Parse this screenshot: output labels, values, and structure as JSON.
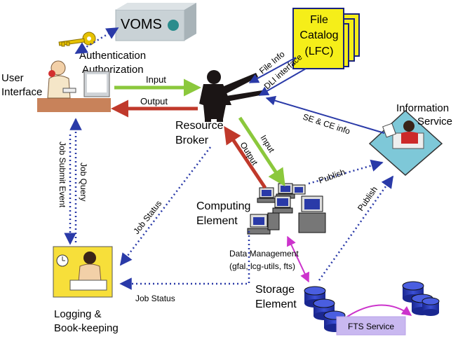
{
  "nodes": {
    "voms": "VOMS",
    "auth_line1": "Authentication",
    "auth_line2": "Authorization",
    "ui_line1": "User",
    "ui_line2": "Interface",
    "file_catalog_line1": "File",
    "file_catalog_line2": "Catalog",
    "file_catalog_line3": "(LFC)",
    "rb_line1": "Resource",
    "rb_line2": "Broker",
    "is_line1": "Information",
    "is_line2": "Service",
    "ce_line1": "Computing",
    "ce_line2": "Element",
    "se_line1": "Storage",
    "se_line2": "Element",
    "lb_line1": "Logging &",
    "lb_line2": "Book-keeping"
  },
  "edges": {
    "ui_rb_input": "Input",
    "rb_ui_output": "Output",
    "file_info": "File Info",
    "dli_interface": "DLI interface",
    "se_ce_info": "SE & CE info",
    "rb_ce_input": "Input",
    "ce_rb_output": "Output",
    "ce_publish": "Publish",
    "se_publish": "Publish",
    "job_query": "Job Query",
    "job_submit_event": "Job Submit Event",
    "job_status_rb": "Job Status",
    "job_status_ce": "Job Status",
    "dm_line1": "Data Management",
    "dm_line2": "(gfal, lcg-utils, fts)",
    "fts_service": "FTS Service"
  },
  "colors": {
    "blue_dotted": "#2a3aa8",
    "input_green": "#8bc83c",
    "output_red": "#c0392b",
    "magenta": "#cc33cc",
    "voms_box": "#c9d2d6",
    "catalog_yellow": "#f5ee19",
    "disk_blue": "#2534a8"
  }
}
